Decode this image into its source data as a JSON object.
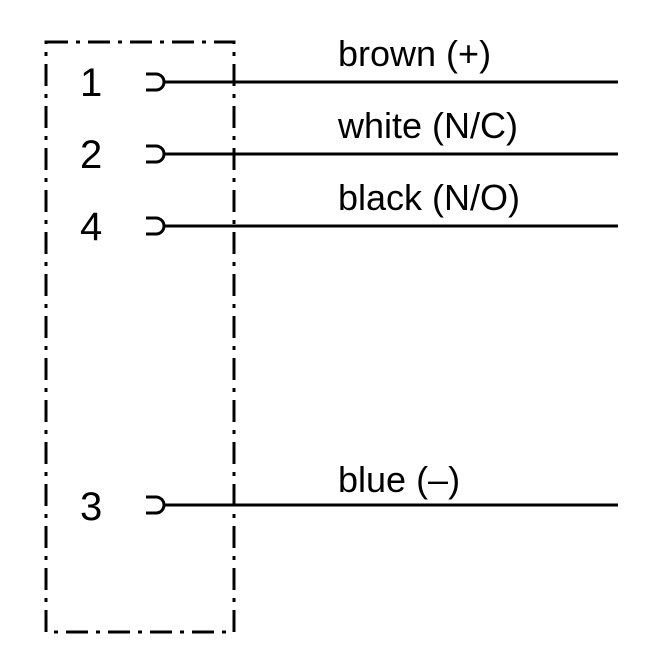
{
  "connector": {
    "pins": [
      {
        "number": "1",
        "wire": "brown (+)"
      },
      {
        "number": "2",
        "wire": "white (N/C)"
      },
      {
        "number": "4",
        "wire": "black (N/O)"
      },
      {
        "number": "3",
        "wire": "blue (–)"
      }
    ]
  },
  "colors": {
    "line": "#000000",
    "background": "#ffffff"
  }
}
